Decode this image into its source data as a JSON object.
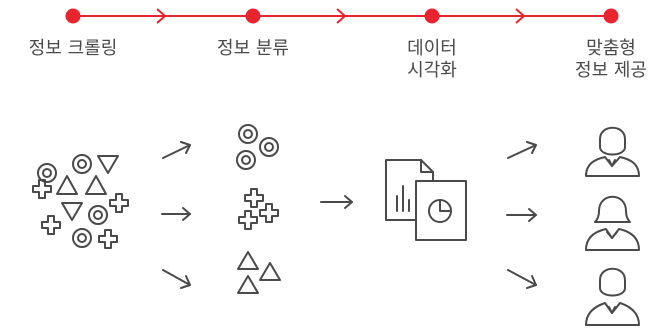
{
  "steps": [
    {
      "label_lines": [
        "정보 크롤링"
      ]
    },
    {
      "label_lines": [
        "정보 분류"
      ]
    },
    {
      "label_lines": [
        "데이터",
        "시각화"
      ]
    },
    {
      "label_lines": [
        "맞춤형",
        "정보 제공"
      ]
    }
  ],
  "colors": {
    "timeline": "#e8252f",
    "icon_stroke": "#4a4a4a"
  },
  "icons": [
    "mixed-shapes-cluster-icon",
    "circles-group-icon",
    "crosses-group-icon",
    "triangles-group-icon",
    "documents-charts-icon",
    "user-male-icon",
    "user-female-icon",
    "user-male-icon"
  ]
}
